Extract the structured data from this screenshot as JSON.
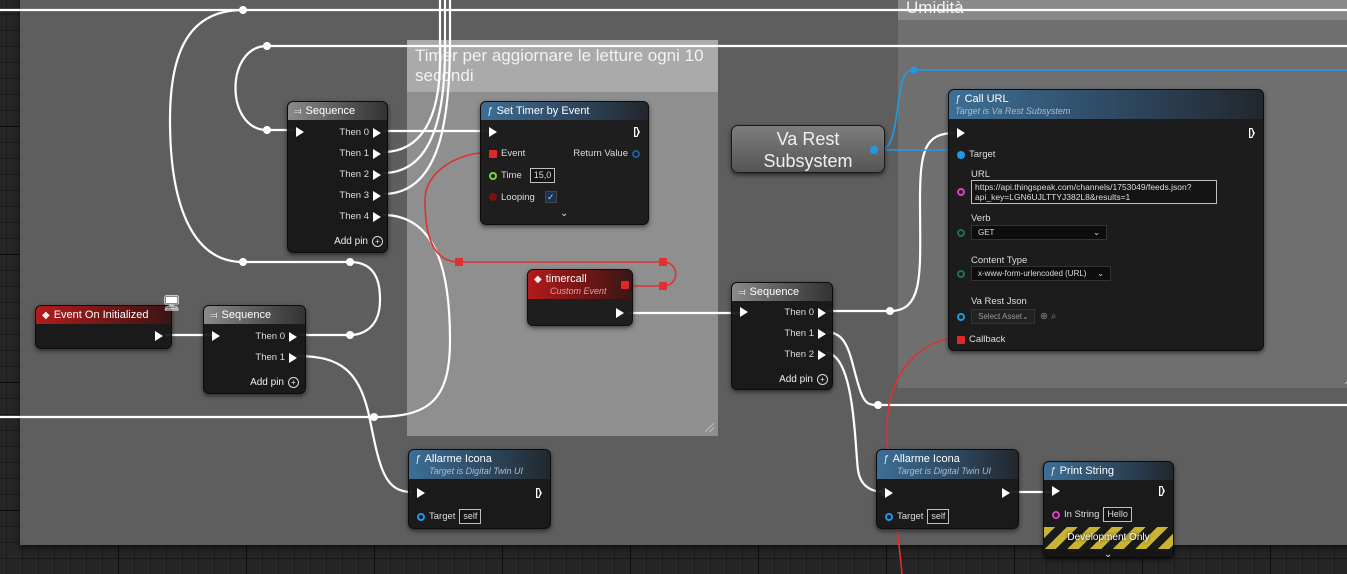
{
  "comments": {
    "timer": "Timer per aggiornare le letture ogni 10 secondi",
    "umidita": "Umidità"
  },
  "nodes": {
    "seq_main": {
      "title": "Sequence",
      "pins": [
        "Then 0",
        "Then 1",
        "Then 2",
        "Then 3",
        "Then 4"
      ],
      "add_pin": "Add pin"
    },
    "set_timer": {
      "title": "Set Timer by Event",
      "event": "Event",
      "return_value": "Return Value",
      "time": "Time",
      "time_value": "15,0",
      "looping": "Looping"
    },
    "varest": {
      "line1": "Va Rest",
      "line2": "Subsystem"
    },
    "call_url": {
      "title": "Call URL",
      "subtitle": "Target is Va Rest Subsystem",
      "target": "Target",
      "url_label": "URL",
      "url_line1": "https://api.thingspeak.com/channels/1753049/feeds.json?",
      "url_line2": "api_key=LGN6UJLTTYJ382L8&results=1",
      "verb_label": "Verb",
      "verb_value": "GET",
      "content_type_label": "Content Type",
      "content_type_value": "x-www-form-urlencoded (URL)",
      "json_label": "Va Rest Json",
      "json_value": "Select Asset",
      "callback": "Callback"
    },
    "event_init": {
      "title": "Event On Initialized"
    },
    "seq_init": {
      "title": "Sequence",
      "pins": [
        "Then 0",
        "Then 1"
      ],
      "add_pin": "Add pin"
    },
    "timercall": {
      "title": "timercall",
      "subtitle": "Custom Event"
    },
    "seq_timer": {
      "title": "Sequence",
      "pins": [
        "Then 0",
        "Then 1",
        "Then 2"
      ],
      "add_pin": "Add pin"
    },
    "allarme1": {
      "title": "Allarme Icona",
      "subtitle": "Target is Digital Twin UI",
      "target": "Target",
      "target_value": "self"
    },
    "allarme2": {
      "title": "Allarme Icona",
      "subtitle": "Target is Digital Twin UI",
      "target": "Target",
      "target_value": "self"
    },
    "print_string": {
      "title": "Print String",
      "in_string": "In String",
      "in_string_value": "Hello",
      "dev_only": "Development Only"
    }
  },
  "colors": {
    "exec_wire": "#ffffff",
    "delegate_wire": "#e03030",
    "object_wire": "#1e9be8",
    "string_pin": "#e040c0",
    "byte_pin": "#1f6e5b"
  },
  "icons": {
    "sequence": "sequence-icon",
    "function": "function-icon",
    "event": "event-diamond-icon",
    "monitor": "monitor-icon"
  }
}
